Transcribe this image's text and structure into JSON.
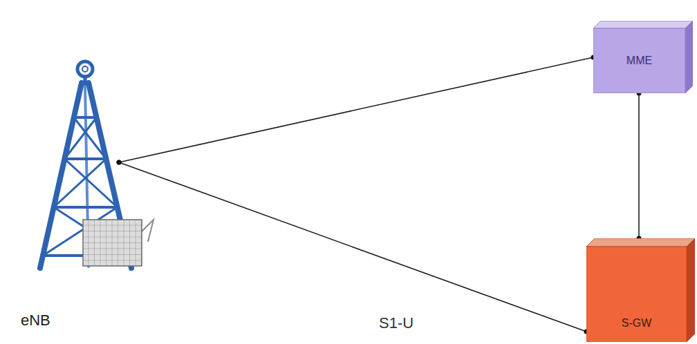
{
  "diagram": {
    "nodes": [
      {
        "text": [
          "eNB"
        ]
      },
      {
        "text": [
          "MME"
        ]
      },
      {
        "text": [
          "S-GW"
        ]
      }
    ],
    "edges": [
      {
        "from": 0,
        "to": 1,
        "arrow": "none"
      },
      {
        "from": 0,
        "to": 2,
        "label": "S1-U",
        "arrow": "none"
      },
      {
        "from": 1,
        "to": 2,
        "arrow": "none"
      }
    ]
  }
}
